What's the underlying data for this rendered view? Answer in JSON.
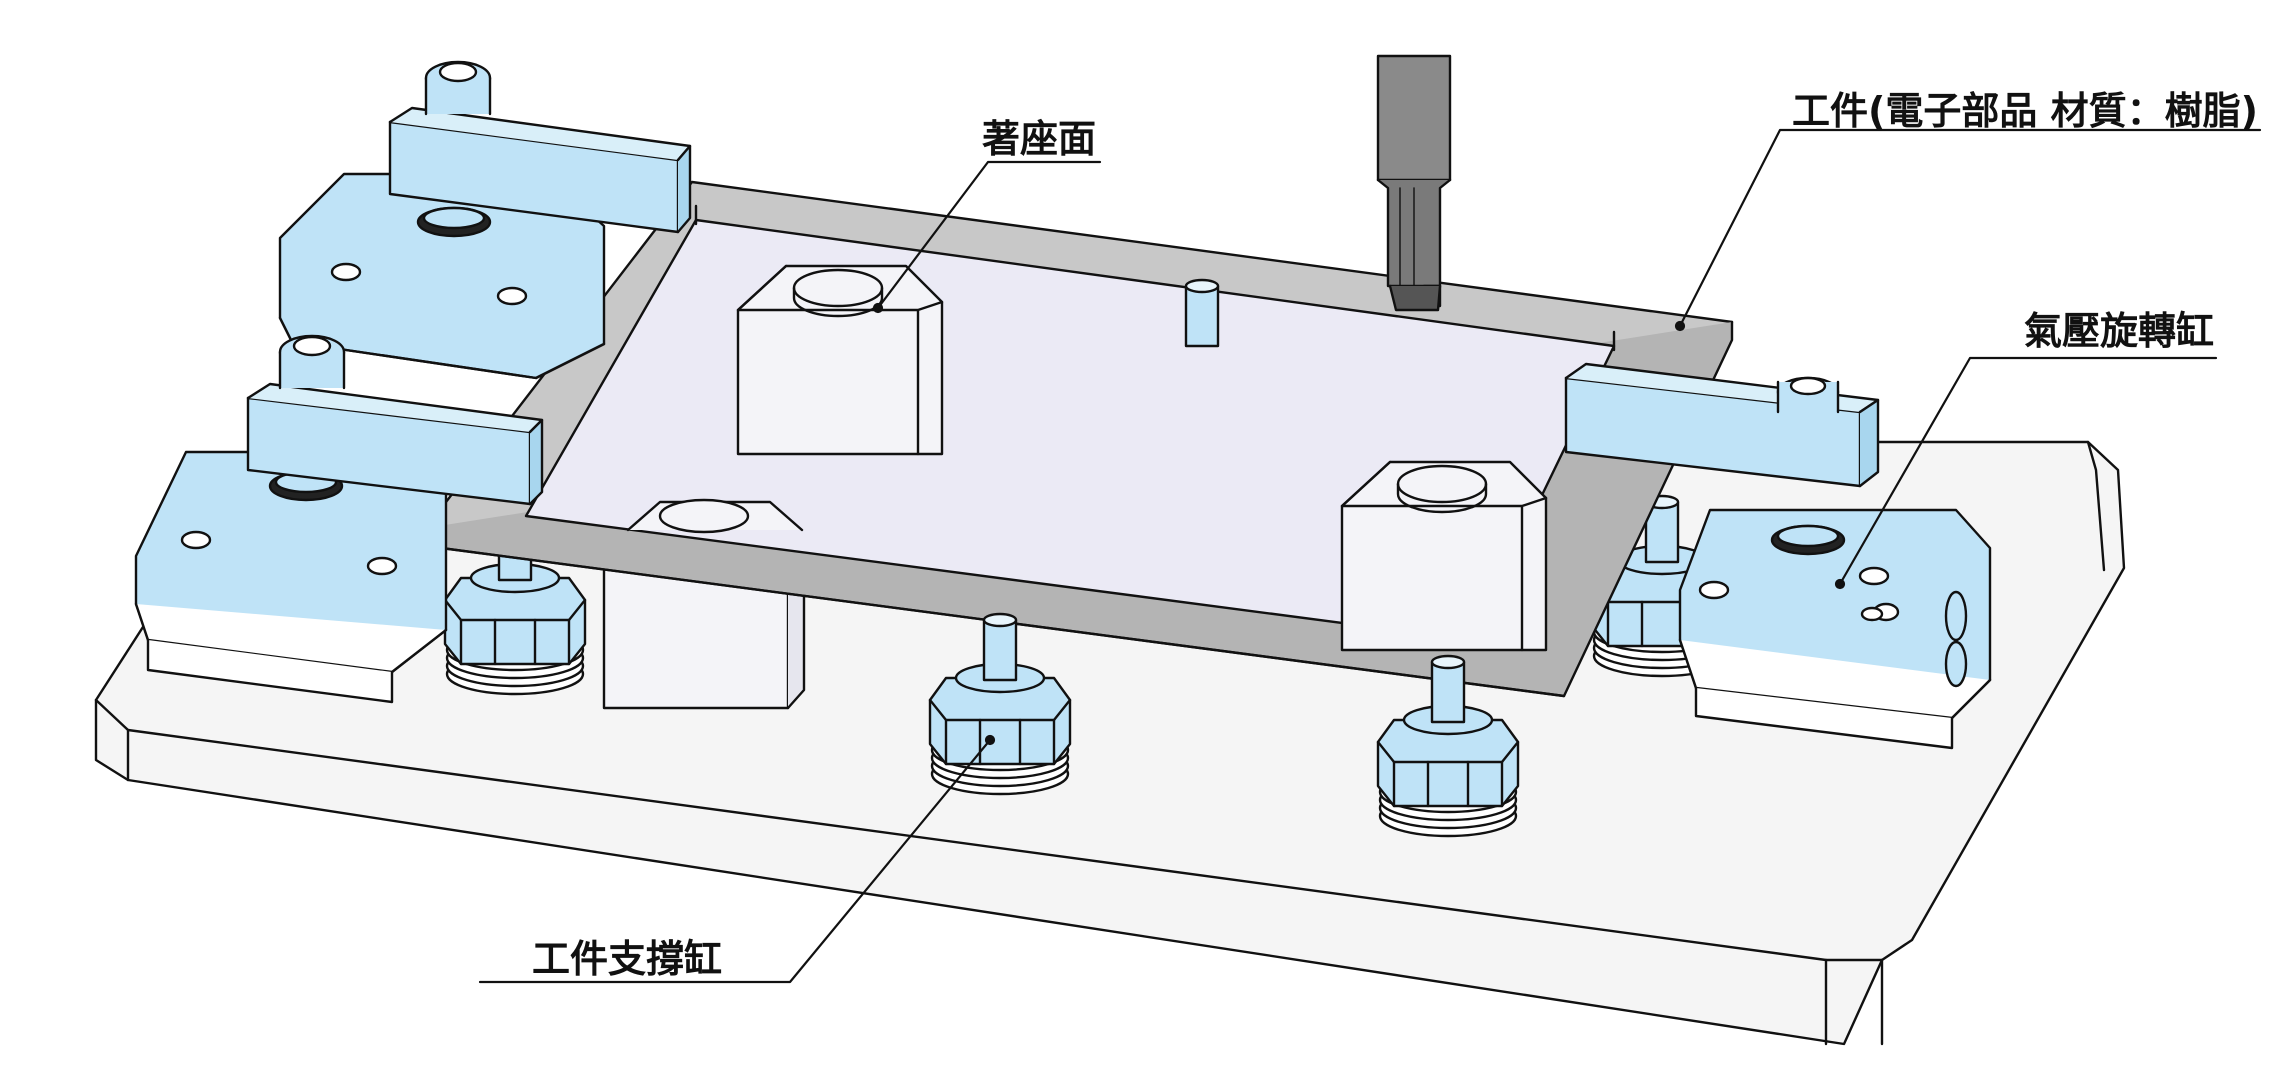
{
  "labels": {
    "seating_surface": "著座面",
    "workpiece": "工件(電子部品 材質：樹脂)",
    "swing_clamp": "氣壓旋轉缸",
    "work_support": "工件支撐缸"
  },
  "colors": {
    "line": "#111111",
    "clamp_fill": "#bfe3f7",
    "base_fill": "#f5f5f5",
    "workpiece_fill": "#c8c8c8",
    "plate_fill": "#ebeaf5",
    "block_fill": "#f4f4f8",
    "tool_fill": "#8a8a8a",
    "insert_fill": "#c8b23a"
  }
}
